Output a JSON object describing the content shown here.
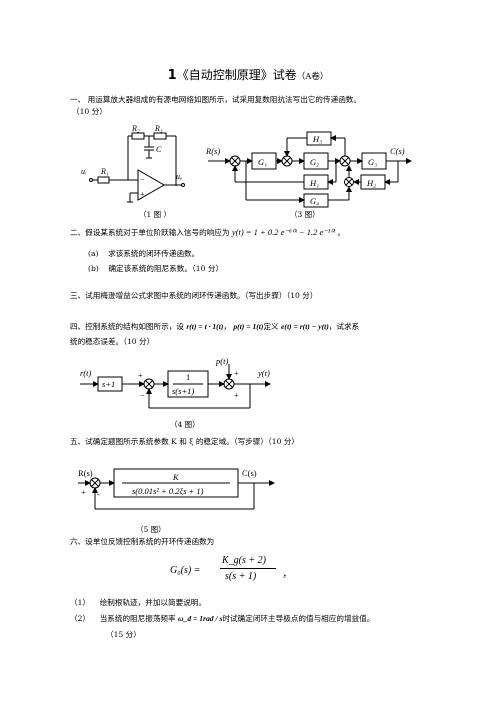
{
  "title": {
    "prefix": "1",
    "main": "《自动控制原理》试卷",
    "suffix": "（A卷）"
  },
  "q1": {
    "line1": "一、 用运算放大器组成的有源电网络如图所示，试采用复数阻抗法写出它的传递函数。",
    "line2": "（10 分）"
  },
  "fig1": {
    "caption": "（1 图 ）",
    "R2": "R₂",
    "R3": "R₃",
    "R1": "R₁",
    "C": "C",
    "ui": "uᵢ",
    "uo": "uₒ",
    "minus": "−",
    "plus": "+"
  },
  "fig3": {
    "caption": "（3 图）",
    "Rs": "R(s)",
    "Cs": "C(s)",
    "G1": "G₁",
    "G2": "G₂",
    "G3": "G₃",
    "G4": "G₄",
    "H1": "H₁",
    "H2": "H₂",
    "H3": "H₃"
  },
  "q2": {
    "line1": "二、假设某系统对于单位阶跃输入信号的响应为",
    "formula": "y(t) = 1 + 0.2 e⁻⁶⁰ᵗ − 1.2 e⁻¹⁰ᵗ",
    "end": "。",
    "a_label": "(a)",
    "a": "求该系统的闭环传递函数。",
    "b_label": "(b)",
    "b": "确定该系统的阻尼系数。（10 分）"
  },
  "q3": {
    "line1": "三、试用梅逊增益公式求图中系统的闭环传递函数。（写出步骤）（10 分）"
  },
  "q4": {
    "line1": "四、控制系统的结构如图所示，设",
    "r": "r(t) = t · 1(t)",
    "mid": "，",
    "p": "p(t) = 1(t)",
    "def": "定义",
    "e": "e(t) = r(t) − y(t)",
    "tail": "，试求系",
    "line2": "统的稳态误差。（10 分）"
  },
  "fig4": {
    "caption": "（4 图）",
    "rt": "r(t)",
    "pt": "p(t)",
    "yt": "y(t)",
    "block1": "s+1",
    "block2_num": "1",
    "block2_den": "s(s+1)",
    "plus": "+",
    "minus": "−"
  },
  "q5": {
    "line1": "五、试确定题图所示系统参数 K 和 ξ 的稳定域。（写步骤）（10 分）"
  },
  "fig5": {
    "caption": "（5 图）",
    "Rs": "R(s)",
    "Cs": "C(s)",
    "num": "K",
    "den": "s(0.01s² + 0.2ξs + 1)",
    "plus": "+",
    "minus": "-"
  },
  "q6": {
    "line1": "六、设单位反馈控制系统的开环传递函数为",
    "G": "G₀(s) =",
    "num": "K_g(s + 2)",
    "den": "s(s + 1)",
    "comma": "，",
    "i1_label": "（1）",
    "i1": "绘制根轨迹，并加以简要说明。",
    "i2_label": "（2）",
    "i2a": "当系统的阻尼振荡频率",
    "i2w": "ω_d = 1rad / s",
    "i2b": "时试确定闭环主导极点的值与相应的增益值。",
    "points": "（15 分）"
  }
}
